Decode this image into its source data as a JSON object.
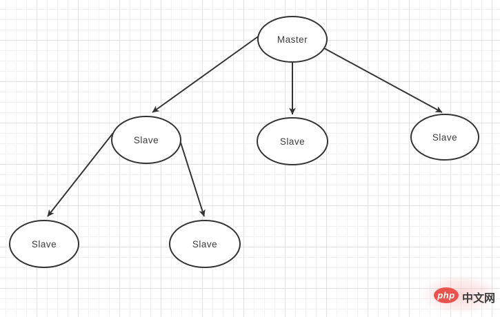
{
  "diagram": {
    "type": "tree",
    "stroke_color": "#333333",
    "background": "grid",
    "nodes": [
      {
        "id": "master",
        "label": "Master"
      },
      {
        "id": "slave-left",
        "label": "Slave"
      },
      {
        "id": "slave-middle",
        "label": "Slave"
      },
      {
        "id": "slave-right",
        "label": "Slave"
      },
      {
        "id": "slave-bottom-left",
        "label": "Slave"
      },
      {
        "id": "slave-bottom-mid",
        "label": "Slave"
      }
    ],
    "edges": [
      {
        "from": "master",
        "to": "slave-left",
        "arrow": "end"
      },
      {
        "from": "master",
        "to": "slave-middle",
        "arrow": "end"
      },
      {
        "from": "master",
        "to": "slave-right",
        "arrow": "end"
      },
      {
        "from": "slave-left",
        "to": "slave-bottom-left",
        "arrow": "end"
      },
      {
        "from": "slave-left",
        "to": "slave-bottom-mid",
        "arrow": "end"
      }
    ]
  },
  "watermark": {
    "brand": "php",
    "suffix": "中文网",
    "brand_bg": "#e9534e",
    "brand_text_color": "#ffffff"
  }
}
